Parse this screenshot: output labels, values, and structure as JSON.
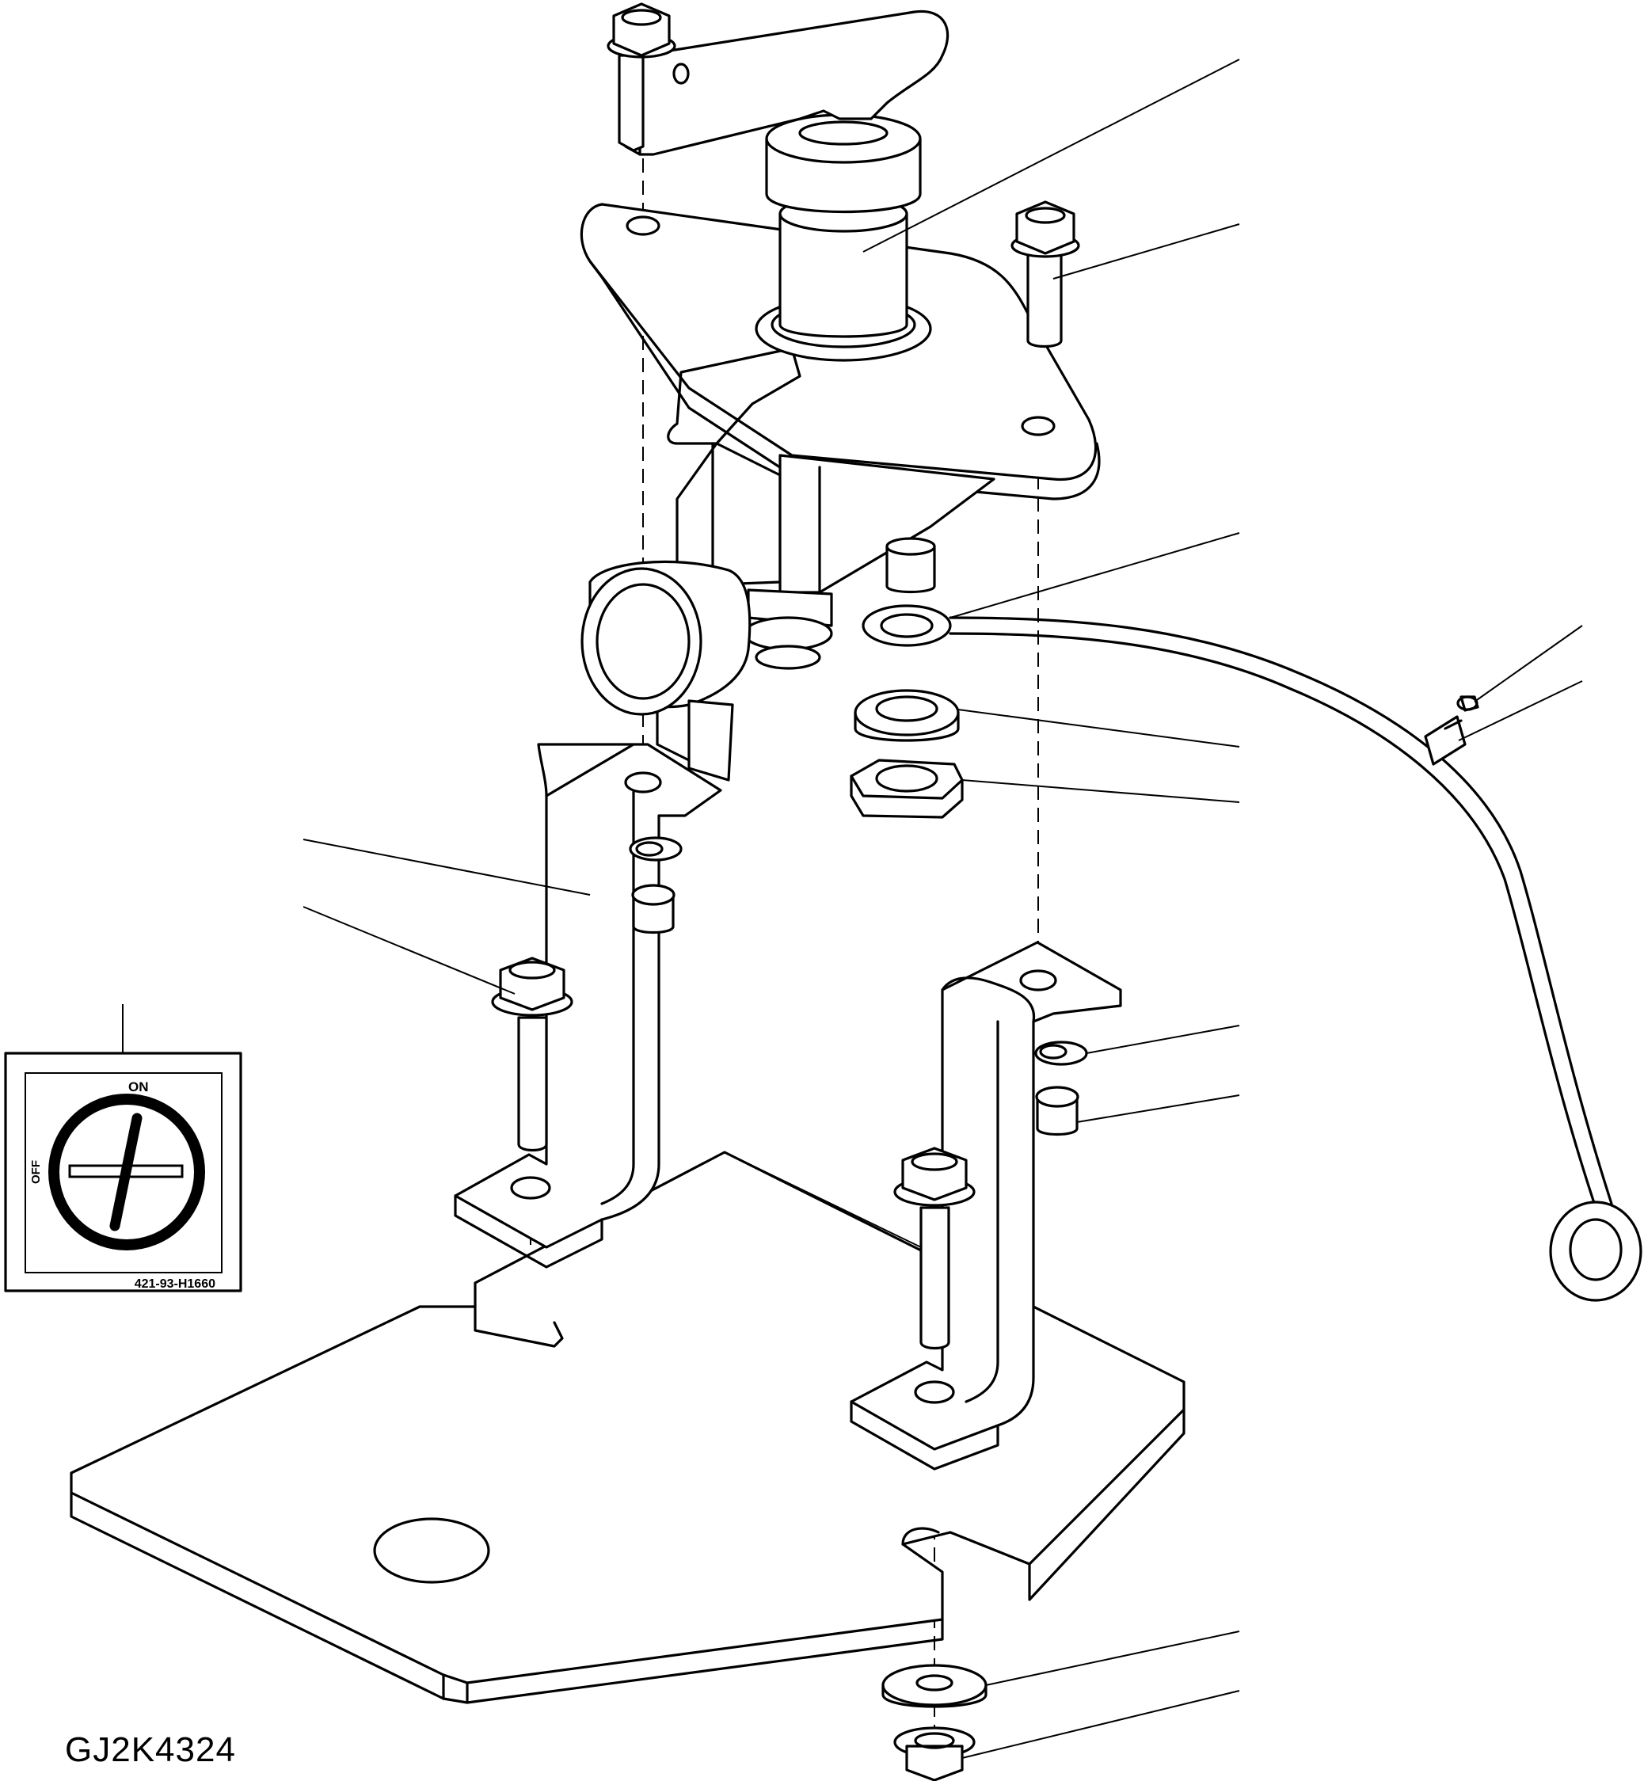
{
  "drawing": {
    "id": "GJ2K4324"
  },
  "decal": {
    "on_label": "ON",
    "off_label": "OFF",
    "part_number": "421-93-H1660"
  }
}
